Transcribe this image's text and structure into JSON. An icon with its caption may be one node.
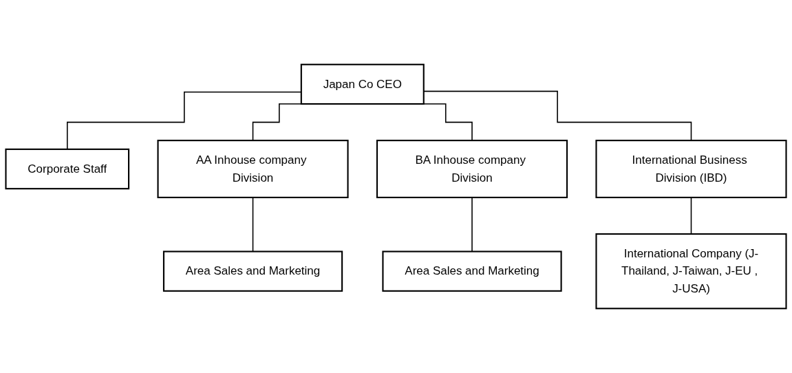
{
  "diagram": {
    "nodes": [
      {
        "text": [
          "Japan Co CEO"
        ]
      },
      {
        "text": [
          "Corporate Staff"
        ]
      },
      {
        "text": [
          "AA Inhouse company Division"
        ]
      },
      {
        "text": [
          "BA Inhouse company Division"
        ]
      },
      {
        "text": [
          "International Business Division (IBD)"
        ]
      },
      {
        "text": [
          "Area Sales and Marketing"
        ]
      },
      {
        "text": [
          "Area Sales and Marketing"
        ]
      },
      {
        "text": [
          "International Company (J-Thailand, J-Taiwan, J-EU , J-USA)"
        ]
      }
    ],
    "edges": [
      {
        "from": 0,
        "to": 1,
        "arrow": "none"
      },
      {
        "from": 0,
        "to": 2,
        "arrow": "none"
      },
      {
        "from": 0,
        "to": 3,
        "arrow": "none"
      },
      {
        "from": 0,
        "to": 4,
        "arrow": "none"
      },
      {
        "from": 2,
        "to": 5,
        "arrow": "none"
      },
      {
        "from": 3,
        "to": 6,
        "arrow": "none"
      },
      {
        "from": 4,
        "to": 7,
        "arrow": "none"
      }
    ]
  }
}
